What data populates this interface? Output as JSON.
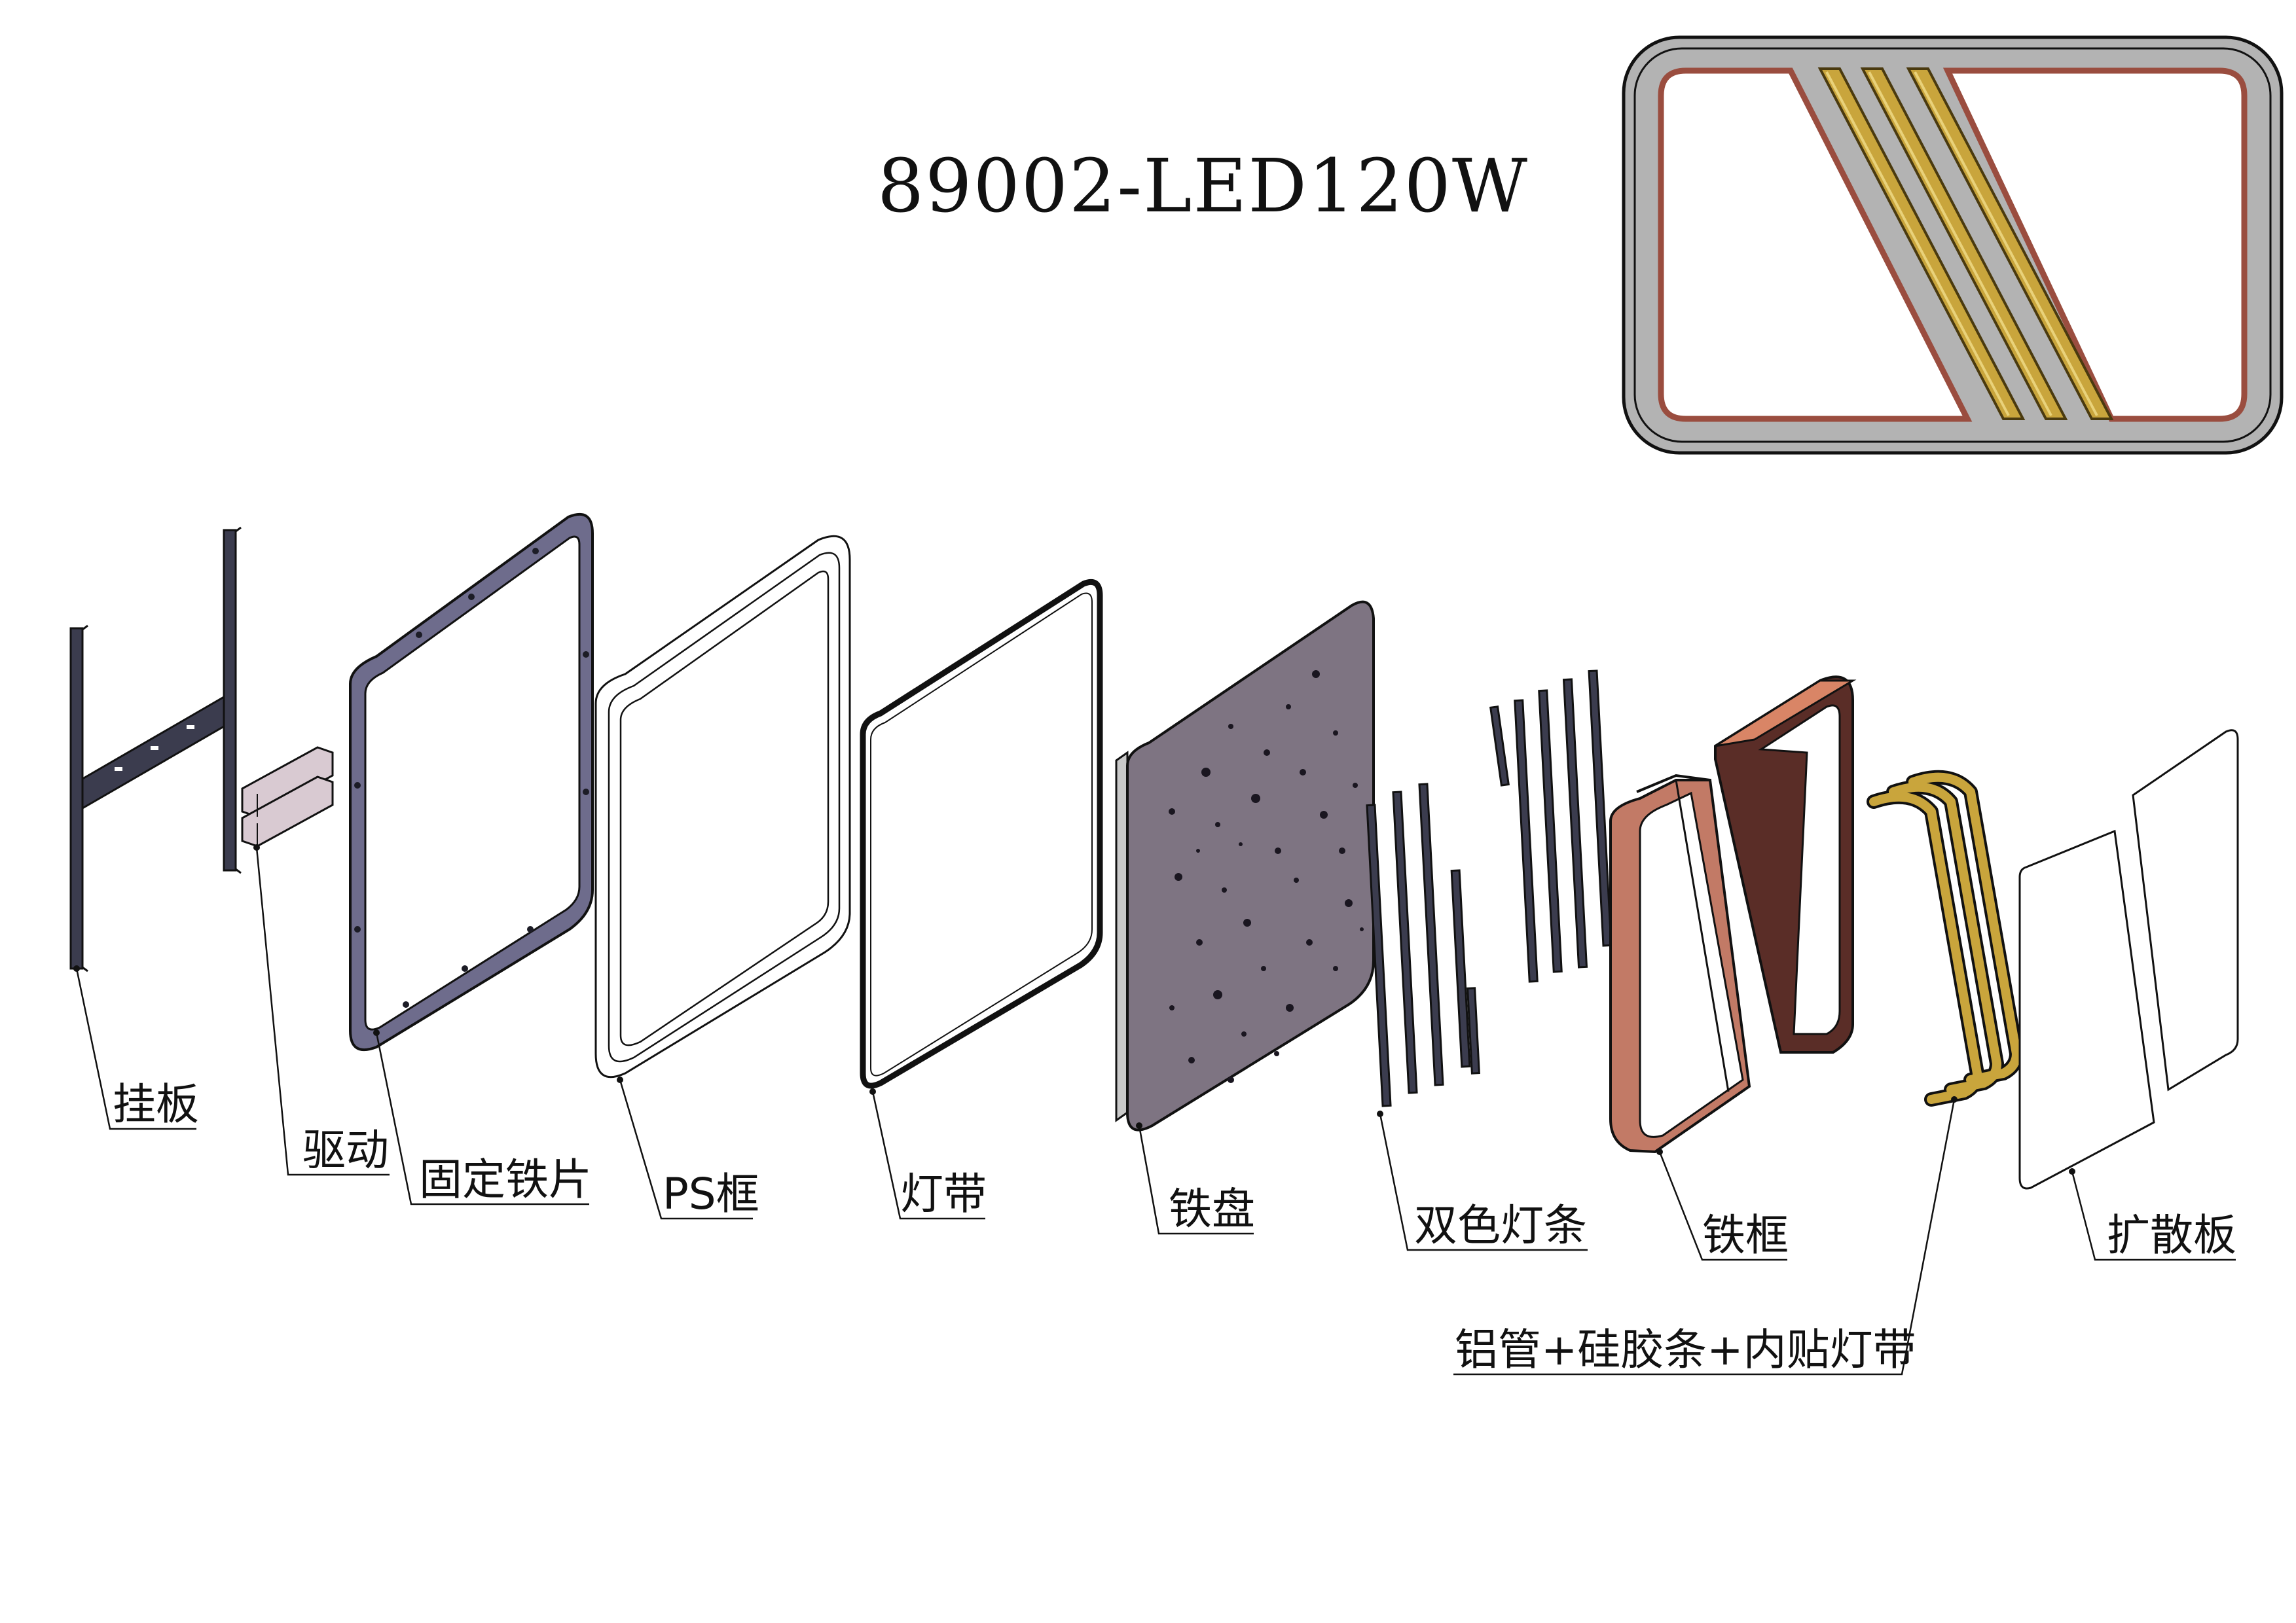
{
  "title": "89002-LED120W",
  "parts": [
    {
      "id": "hanging-plate",
      "label": "挂板"
    },
    {
      "id": "driver",
      "label": "驱动"
    },
    {
      "id": "fixing-iron-sheet",
      "label": "固定铁片"
    },
    {
      "id": "ps-frame",
      "label": "PS框"
    },
    {
      "id": "light-strip",
      "label": "灯带"
    },
    {
      "id": "iron-tray",
      "label": "铁盘"
    },
    {
      "id": "dual-color-light-bars",
      "label": "双色灯条"
    },
    {
      "id": "iron-frame",
      "label": "铁框"
    },
    {
      "id": "aluminum-tube-assembly",
      "label": "铝管+硅胶条+内贴灯带"
    },
    {
      "id": "diffuser-plate",
      "label": "扩散板"
    }
  ],
  "colors": {
    "line": "#111111",
    "plate_dark": "#3b3c4e",
    "fixing_sheet": "#6e6c8c",
    "iron_tray": "#7e7482",
    "driver": "#d9cad2",
    "copper": "#c27a66",
    "copper_dark": "#5a2d27",
    "gold": "#c9a53c",
    "gold_dark": "#5e4a14",
    "preview_gray": "#b3b3b3",
    "preview_brown": "#9a4d3f"
  }
}
